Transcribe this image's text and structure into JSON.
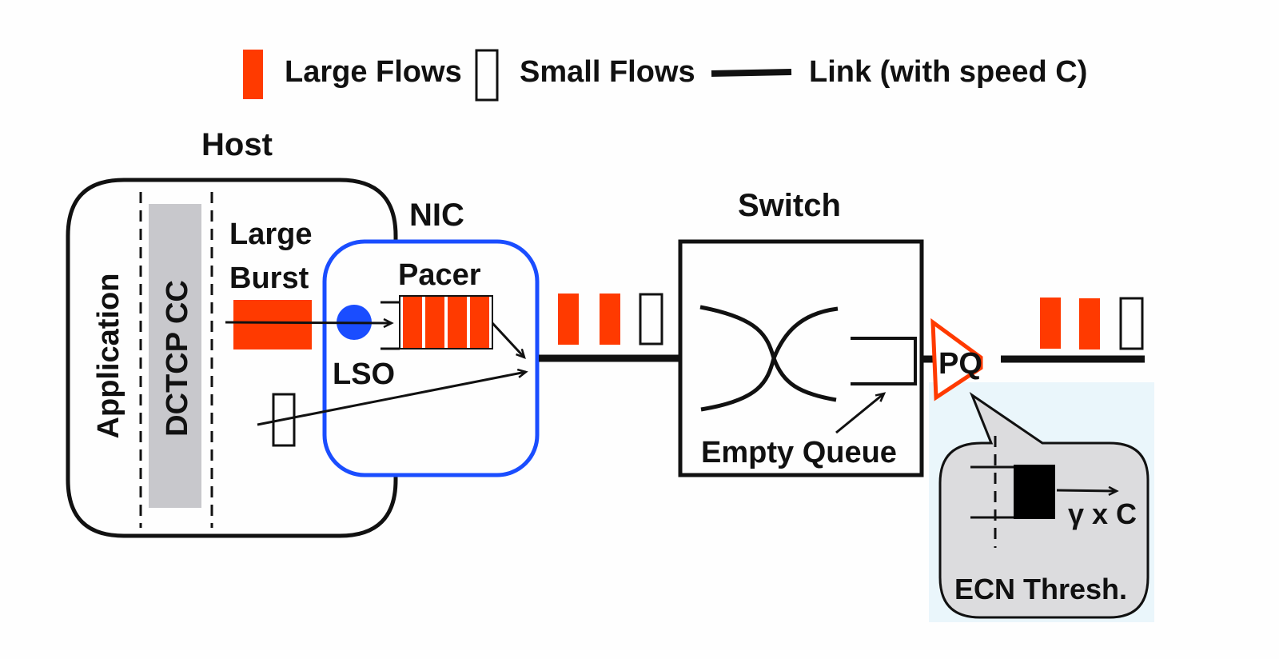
{
  "legend": {
    "large_flows": "Large Flows",
    "small_flows": "Small Flows",
    "link": "Link (with speed C)"
  },
  "host": {
    "title": "Host",
    "application": "Application",
    "cc": "DCTCP CC",
    "large_burst_line1": "Large",
    "large_burst_line2": "Burst"
  },
  "nic": {
    "title": "NIC",
    "pacer": "Pacer",
    "lso": "LSO",
    "pacer_queue_packets": 4
  },
  "switch": {
    "title": "Switch",
    "empty_queue": "Empty Queue"
  },
  "pq": {
    "label": "PQ",
    "callout_rate": "γ x C",
    "callout_caption": "ECN Thresh."
  },
  "colors": {
    "large_flow": "#ff3a00",
    "nic_border": "#1a4dff",
    "lso_dot": "#1a4dff",
    "cc_bar": "#c8c8cc",
    "callout_bg": "#dcdcde",
    "callout_panel": "#eaf6fb",
    "pq_border": "#ff3a00"
  }
}
